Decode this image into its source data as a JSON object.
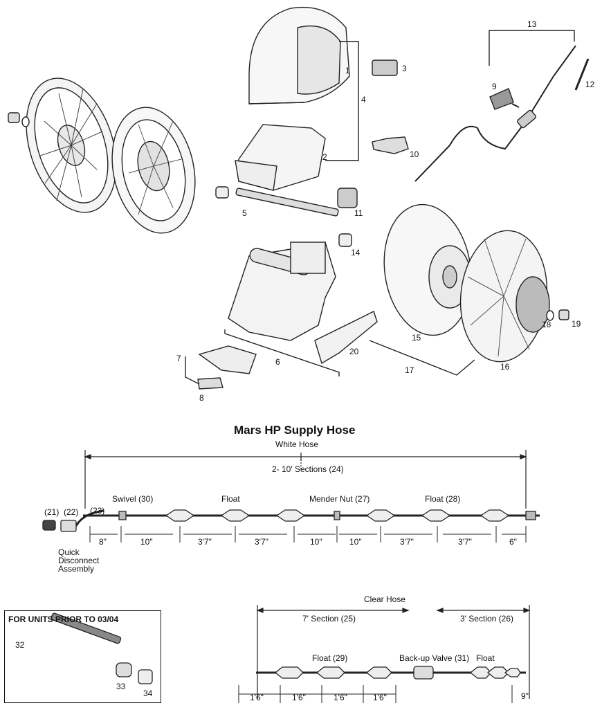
{
  "parts": {
    "p1": "1",
    "p2": "2",
    "p3": "3",
    "p4": "4",
    "p5": "5",
    "p6": "6",
    "p7": "7",
    "p8": "8",
    "p9": "9",
    "p10": "10",
    "p11": "11",
    "p12": "12",
    "p13": "13",
    "p14": "14",
    "p15": "15",
    "p16": "16",
    "p17": "17",
    "p18": "18",
    "p19": "19",
    "p20": "20"
  },
  "supply_hose": {
    "title": "Mars HP Supply Hose",
    "subtitle": "White Hose",
    "sections": "2- 10' Sections (24)",
    "p21": "(21)",
    "p22": "(22)",
    "p23": "(23)",
    "swivel": "Swivel (30)",
    "float_a": "Float",
    "mender": "Mender Nut (27)",
    "float_b": "Float (28)",
    "quick_line1": "Quick",
    "quick_line2": "Disconnect",
    "quick_line3": "Assembly",
    "dims": [
      "8\"",
      "10\"",
      "3'7\"",
      "3'7\"",
      "10\"",
      "10\"",
      "3'7\"",
      "3'7\"",
      "6\""
    ]
  },
  "clear_hose": {
    "title": "Clear Hose",
    "section7": "7' Section (25)",
    "section3": "3' Section (26)",
    "float_a": "Float (29)",
    "backup": "Back-up Valve (31)",
    "float_b": "Float",
    "dims": [
      "1'6\"",
      "1'6\"",
      "1'6\"",
      "1'6\"",
      "9\""
    ]
  },
  "prior_box": {
    "title": "FOR UNITS PRIOR TO 03/04",
    "p32": "32",
    "p33": "33",
    "p34": "34"
  }
}
